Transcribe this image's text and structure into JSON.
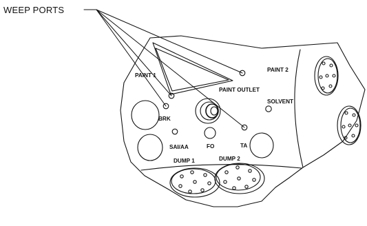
{
  "callout": {
    "label": "WEEP PORTS"
  },
  "labels": {
    "paint1": "PAINT 1",
    "paint2": "PAINT 2",
    "paint_outlet": "PAINT OUTLET",
    "solvent": "SOLVENT",
    "brk": "BRK",
    "fo": "FO",
    "ta": "TA",
    "sai_aa": "SAI/AA",
    "dump1": "DUMP 1",
    "dump2": "DUMP 2"
  },
  "colors": {
    "line": "#111111",
    "background": "#ffffff"
  }
}
